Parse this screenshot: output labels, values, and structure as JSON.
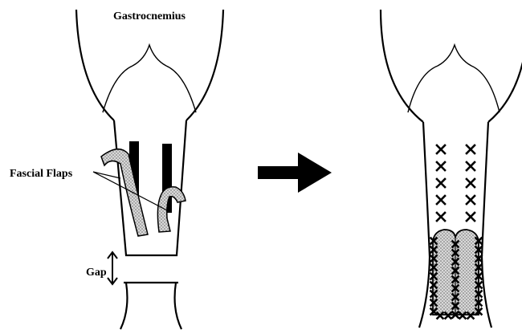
{
  "diagram": {
    "labels": {
      "muscle": "Gastrocnemius",
      "flaps": "Fascial Flaps",
      "gap": "Gap"
    },
    "colors": {
      "ink": "#000000",
      "flap_fill": "#b5b5b5",
      "background": "#ffffff"
    },
    "icons": [
      "right-arrow-icon",
      "double-vertical-arrow-icon",
      "suture-cross-icon"
    ]
  }
}
